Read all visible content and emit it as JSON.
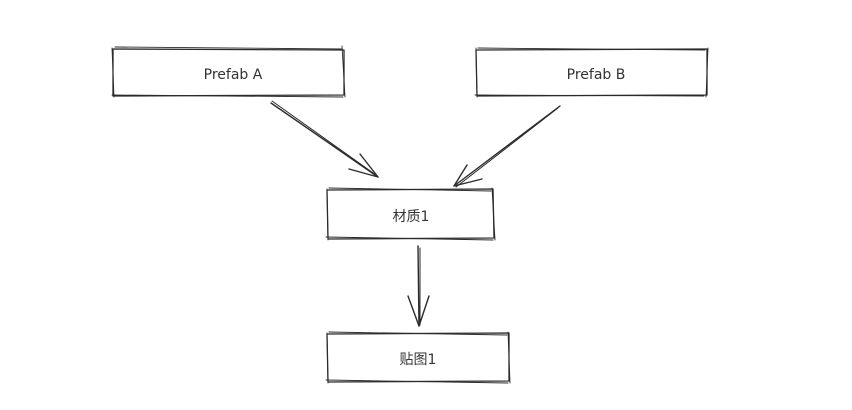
{
  "diagram": {
    "nodes": {
      "prefab_a": "Prefab A",
      "prefab_b": "Prefab B",
      "material": "材质1",
      "texture": "贴图1"
    },
    "stroke_color": "#2b2b2b",
    "text_color": "#333333"
  }
}
